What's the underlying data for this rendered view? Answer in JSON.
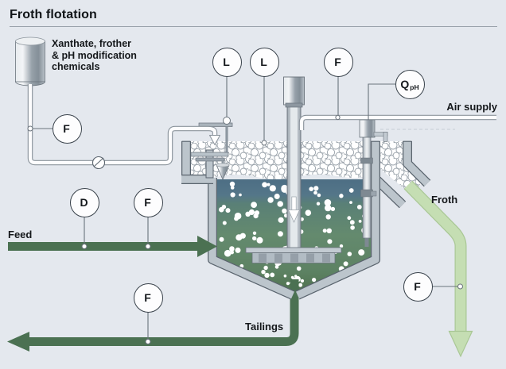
{
  "diagram": {
    "title": "Froth flotation",
    "labels": {
      "chemicals_line1": "Xanthate, frother",
      "chemicals_line2": "& pH modification",
      "chemicals_line3": "chemicals",
      "feed": "Feed",
      "air_supply": "Air supply",
      "froth": "Froth",
      "tailings": "Tailings"
    },
    "instruments": [
      {
        "id": "flow-chemicals",
        "label": "F",
        "sub": ""
      },
      {
        "id": "level-valve",
        "label": "L",
        "sub": ""
      },
      {
        "id": "level-froth",
        "label": "L",
        "sub": ""
      },
      {
        "id": "flow-air",
        "label": "F",
        "sub": ""
      },
      {
        "id": "quality-ph",
        "label": "Q",
        "sub": "pH"
      },
      {
        "id": "density-feed",
        "label": "D",
        "sub": ""
      },
      {
        "id": "flow-feed",
        "label": "F",
        "sub": ""
      },
      {
        "id": "flow-tailings",
        "label": "F",
        "sub": ""
      },
      {
        "id": "flow-froth",
        "label": "F",
        "sub": ""
      }
    ],
    "colors": {
      "background": "#e4e8ee",
      "feed_tailings_green": "#4b7152",
      "froth_arrow_green": "#c5deb3",
      "tank_gray": "#bcc5cc",
      "tank_outline": "#5a646e",
      "liquid_blue": "#4d6e84",
      "liquid_green": "#648a6e"
    }
  }
}
